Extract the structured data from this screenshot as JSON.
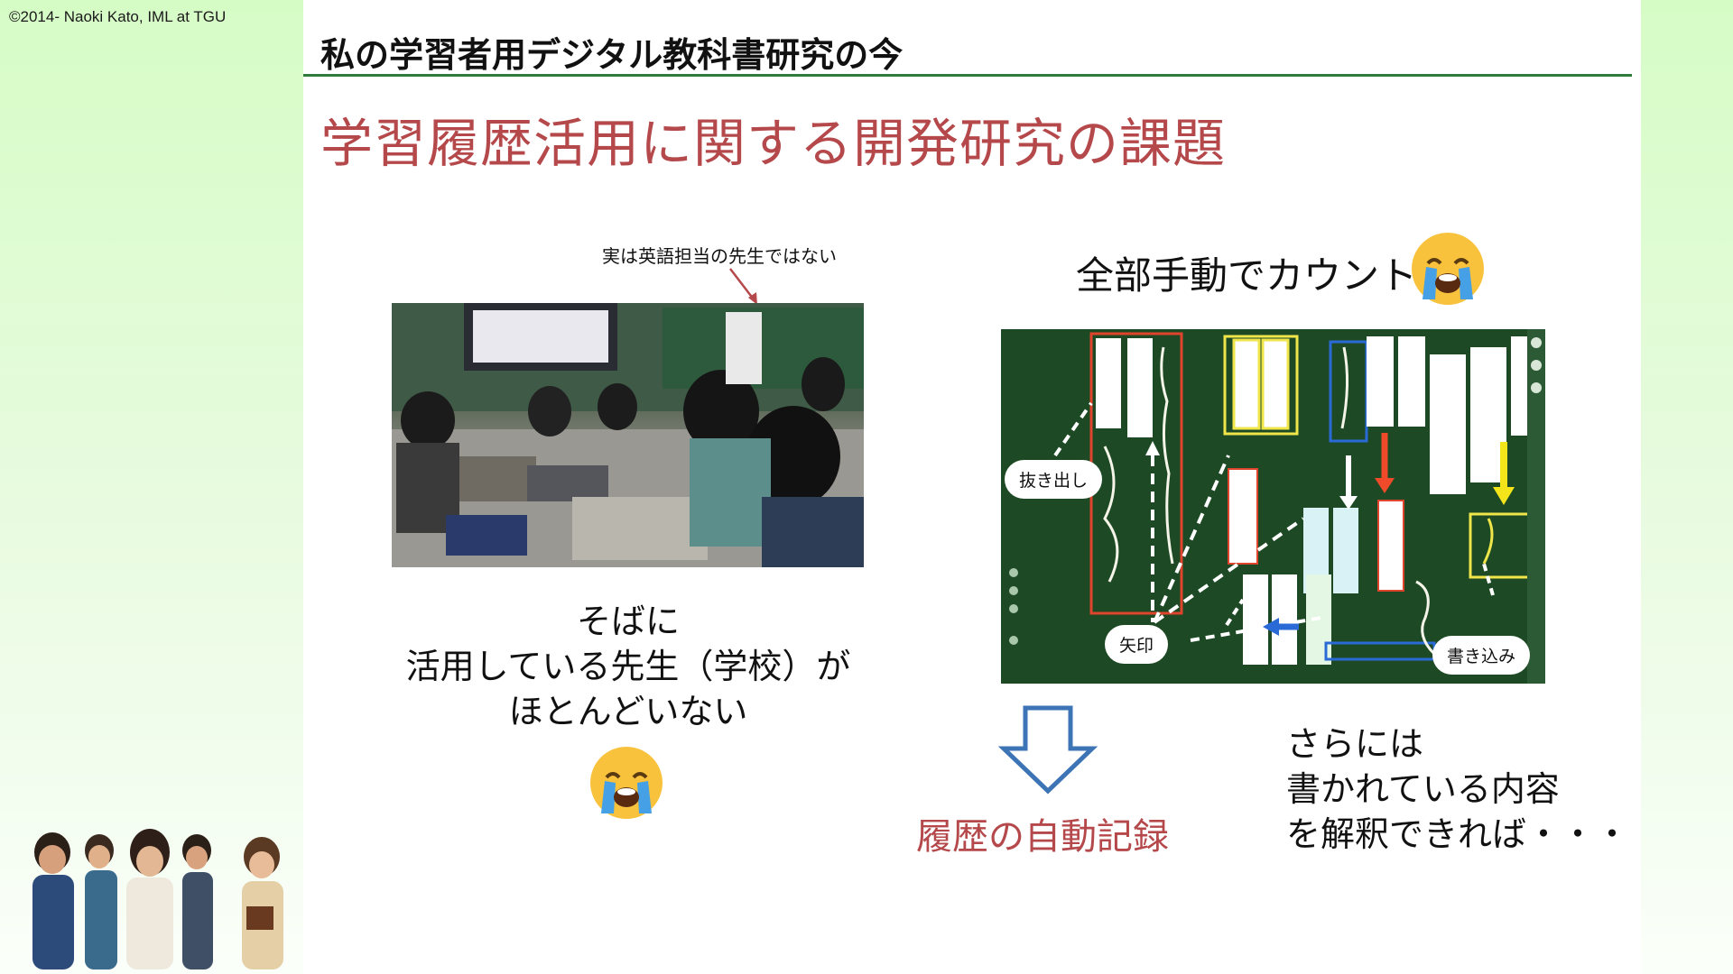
{
  "header": {
    "copyright": "©2014- Naoki Kato, IML at TGU",
    "title": "私の学習者用デジタル教科書研究の今"
  },
  "slide": {
    "main_title": "学習履歴活用に関する開発研究の課題",
    "left": {
      "photo_note": "実は英語担当の先生ではない",
      "message": [
        "そばに",
        "活用している先生（学校）が",
        "ほとんどいない"
      ],
      "emoji": "loudly-crying-face"
    },
    "right": {
      "count_label": "全部手動でカウント",
      "emoji": "loudly-crying-face",
      "board_labels": {
        "extract": "抜き出し",
        "arrow": "矢印",
        "write_in": "書き込み"
      },
      "auto_record": "履歴の自動記録",
      "interpret": [
        "さらには",
        "書かれている内容",
        "を解釈できれば・・・"
      ]
    }
  },
  "colors": {
    "accent_red": "#b5484a",
    "header_rule": "#2f7a3c",
    "arrow_blue": "#3d74b5",
    "board_green": "#1d4a25"
  }
}
